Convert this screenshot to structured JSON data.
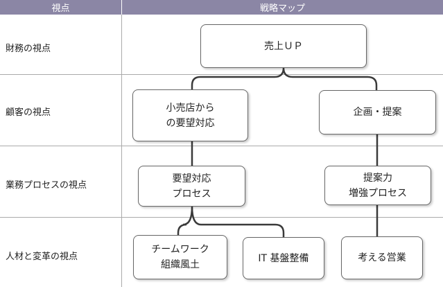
{
  "header": {
    "col_left": "視点",
    "col_right": "戦略マップ"
  },
  "rows": [
    {
      "label": "財務の視点"
    },
    {
      "label": "顧客の視点"
    },
    {
      "label": "業務プロセスの視点"
    },
    {
      "label": "人材と変革の視点"
    }
  ],
  "nodes": {
    "uriage": "売上ＵＰ",
    "retailer": "小売店から\nの要望対応",
    "kikaku": "企画・提案",
    "request_process": "要望対応\nプロセス",
    "proposal_process": "提案力\n増強プロセス",
    "teamwork": "チームワーク\n組織風土",
    "it": "IT 基盤整備",
    "thinking": "考える営業"
  }
}
